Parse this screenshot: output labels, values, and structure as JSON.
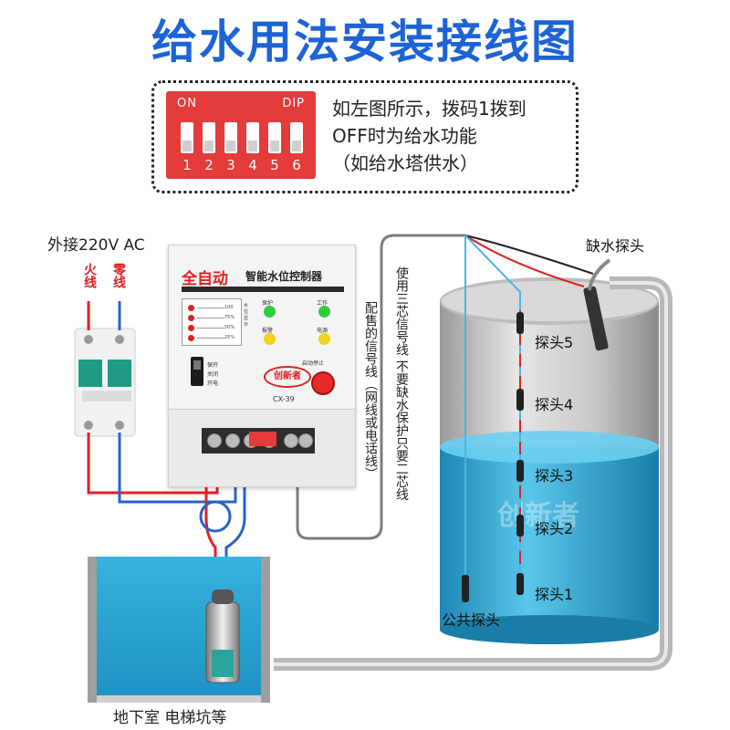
{
  "title": "给水用法安装接线图",
  "dip_switch": {
    "on_label": "ON",
    "brand_label": "DIP",
    "numbers": [
      "1",
      "2",
      "3",
      "4",
      "5",
      "6"
    ]
  },
  "instruction": {
    "line1": "如左图所示，拨码1拨到",
    "line2": "OFF时为给水功能",
    "line3": "（如给水塔供水）"
  },
  "power": {
    "label": "外接220V AC",
    "live_label": "火线",
    "neutral_label": "零线"
  },
  "controller": {
    "title_auto": "全自动",
    "title_name": "智能水位控制器",
    "level_labels": [
      "100",
      "75%",
      "50%",
      "25%"
    ],
    "side_label": "水位显示",
    "indicator_labels": [
      "保护",
      "工作",
      "报警",
      "电源"
    ],
    "switch_labels": [
      "保开",
      "关闭",
      "开电"
    ],
    "logo_text": "创新者",
    "model": "CX-39",
    "stop_button_label": "启动停止"
  },
  "signal_wire_note": "配售的信号线（网线或电话线）",
  "three_core_note": "使用三芯信号线 不要缺水保护只要二芯线",
  "tank": {
    "low_water_probe": "缺水探头",
    "probes": [
      "探头5",
      "探头4",
      "探头3",
      "探头2",
      "探头1"
    ],
    "common_probe": "公共探头",
    "watermark": "创新者"
  },
  "basement_label": "地下室 电梯坑等",
  "colors": {
    "title_blue": "#1e63d6",
    "live_red": "#e02020",
    "neutral_blue": "#2a62c8",
    "water": "#2aa9d4",
    "pipe": "#bdbdbd"
  }
}
